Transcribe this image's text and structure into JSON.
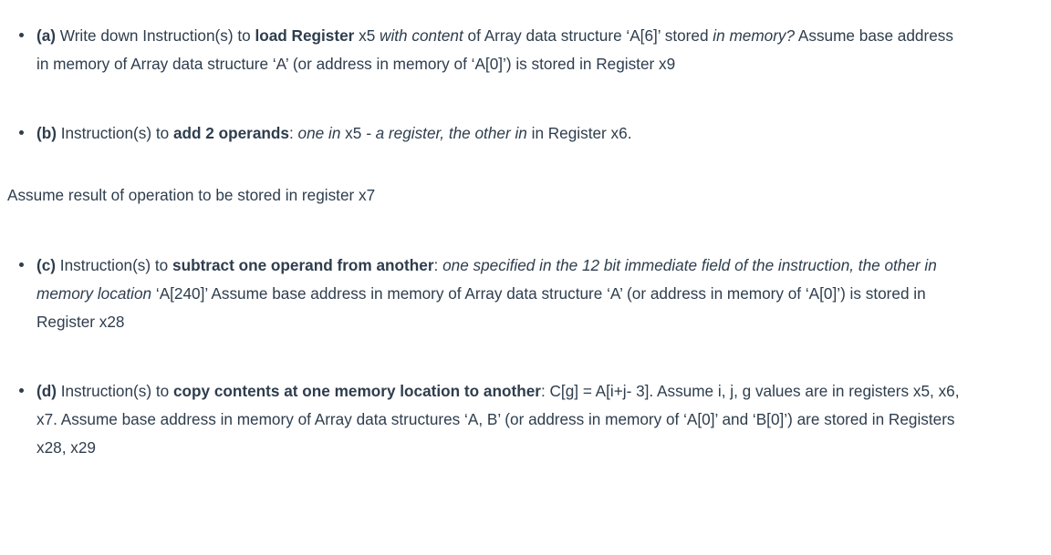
{
  "document": {
    "text_color": "#2e3d4d",
    "background_color": "#ffffff",
    "bullet_glyph": "•",
    "items": [
      {
        "id": "a",
        "label": "(a)",
        "segments": [
          {
            "style": "bold",
            "text": "(a)"
          },
          {
            "style": "normal",
            "text": " Write down Instruction(s) to "
          },
          {
            "style": "bold",
            "text": "load Register"
          },
          {
            "style": "normal",
            "text": " x5 "
          },
          {
            "style": "italic",
            "text": "with content"
          },
          {
            "style": "normal",
            "text": " of Array data structure ‘A[6]’ stored "
          },
          {
            "style": "italic",
            "text": "in memory?"
          },
          {
            "style": "normal",
            "text": " Assume base address in memory of Array data structure ‘A’ (or address in memory of ‘A[0]’) is stored in Register x9"
          }
        ],
        "plain_text": "(a) Write down Instruction(s) to load Register x5 with content of Array data structure ‘A[6]’ stored in memory? Assume base address in memory of Array data structure ‘A’ (or address in memory of ‘A[0]’) is stored in Register x9"
      },
      {
        "id": "b",
        "label": "(b)",
        "segments": [
          {
            "style": "bold",
            "text": "(b)"
          },
          {
            "style": "normal",
            "text": " Instruction(s) to "
          },
          {
            "style": "bold",
            "text": "add 2 operands"
          },
          {
            "style": "normal",
            "text": ": "
          },
          {
            "style": "italic",
            "text": "one in "
          },
          {
            "style": "normal",
            "text": "x5"
          },
          {
            "style": "italic",
            "text": " - a register, the other in"
          },
          {
            "style": "normal",
            "text": " in Register x6."
          }
        ],
        "plain_text": "(b) Instruction(s) to add 2 operands: one in x5 - a register, the other in in Register x6."
      },
      {
        "id": "c",
        "label": "(c)",
        "segments": [
          {
            "style": "bold",
            "text": "(c)"
          },
          {
            "style": "normal",
            "text": " Instruction(s) to "
          },
          {
            "style": "bold",
            "text": "subtract one operand from another"
          },
          {
            "style": "normal",
            "text": ": "
          },
          {
            "style": "italic",
            "text": "one specified in the 12 bit immediate field of the instruction, the other in memory location "
          },
          {
            "style": "normal",
            "text": "‘A[240]’ Assume base address in memory of Array data structure ‘A’ (or address in memory of ‘A[0]’) is stored in Register x28"
          }
        ],
        "plain_text": "(c) Instruction(s) to subtract one operand from another: one specified in the 12 bit immediate field of the instruction, the other in memory location ‘A[240]’ Assume base address in memory of Array data structure ‘A’ (or address in memory of ‘A[0]’) is stored in Register x28"
      },
      {
        "id": "d",
        "label": "(d)",
        "segments": [
          {
            "style": "bold",
            "text": "(d)"
          },
          {
            "style": "normal",
            "text": " Instruction(s) to "
          },
          {
            "style": "bold",
            "text": "copy contents at one memory location to another"
          },
          {
            "style": "normal",
            "text": ": C[g] = A[i+j- 3]. Assume i, j, g values are in registers x5, x6, x7. Assume base address in memory of Array data structures ‘A, B’ (or address in memory of ‘A[0]’ and ‘B[0]’) are stored in Registers x28, x29"
          }
        ],
        "plain_text": "(d) Instruction(s) to copy contents at one memory location to another: C[g] = A[i+j- 3]. Assume i, j, g values are in registers x5, x6, x7. Assume base address in memory of Array data structures ‘A, B’ (or address in memory of ‘A[0]’ and ‘B[0]’) are stored in Registers x28, x29"
      }
    ],
    "notes": [
      {
        "id": "note-b",
        "text": "Assume result of operation to be stored in register x7"
      }
    ]
  }
}
